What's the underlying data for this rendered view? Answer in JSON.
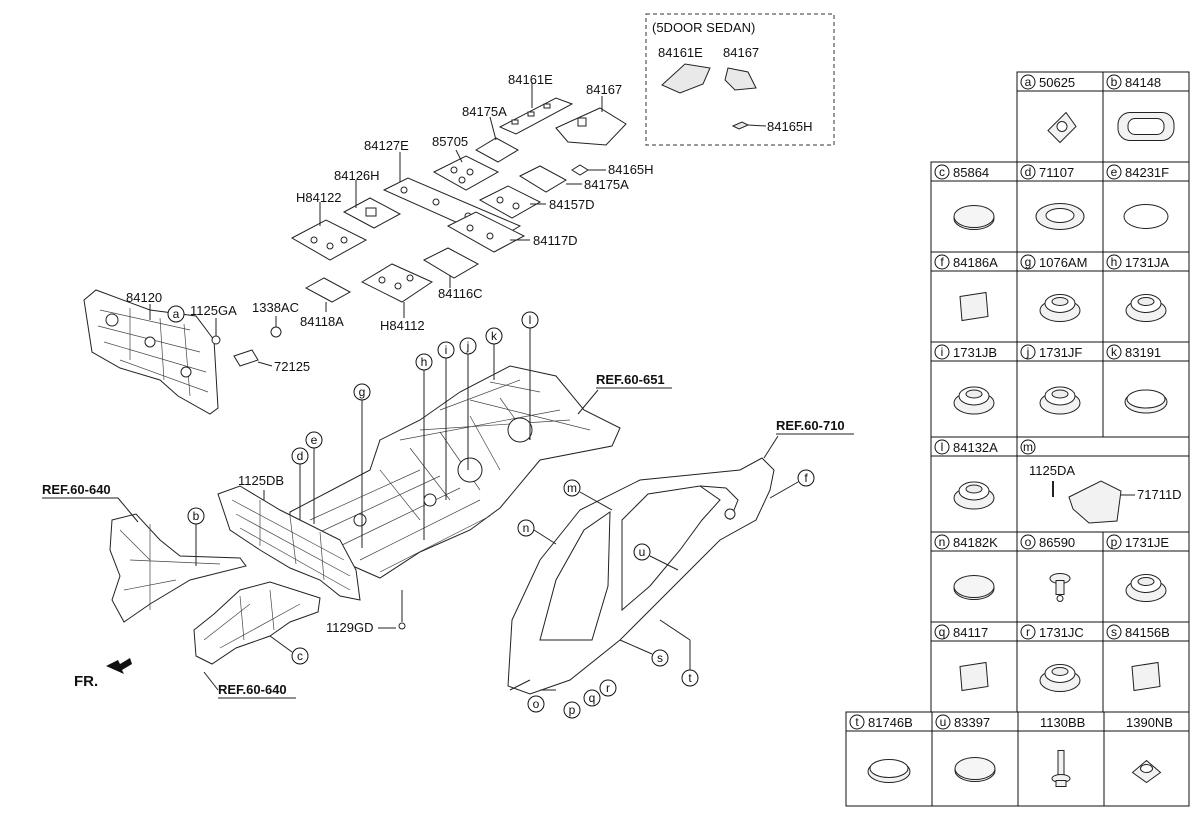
{
  "callouts": {
    "inset_title": "(5DOOR SEDAN)",
    "inset_84161E": "84161E",
    "inset_84167": "84167",
    "inset_84165H": "84165H",
    "p84161E": "84161E",
    "p84167": "84167",
    "p84175A_top": "84175A",
    "p84127E": "84127E",
    "p85705": "85705",
    "p84126H": "84126H",
    "p84165H": "84165H",
    "p84175A_mid": "84175A",
    "pH84122": "H84122",
    "p84157D": "84157D",
    "p84117D": "84117D",
    "p84120": "84120",
    "p1125GA": "1125GA",
    "p1338AC": "1338AC",
    "p84118A": "84118A",
    "p84116C": "84116C",
    "pH84112": "H84112",
    "p72125": "72125",
    "p1125DB": "1125DB",
    "p1129GD": "1129GD",
    "ref_651": "REF.60-651",
    "ref_710": "REF.60-710",
    "ref_640_left": "REF.60-640",
    "ref_640_bottom": "REF.60-640",
    "front": "FR."
  },
  "letters": {
    "a": "a",
    "b": "b",
    "c": "c",
    "d": "d",
    "e": "e",
    "f": "f",
    "g": "g",
    "h": "h",
    "i": "i",
    "j": "j",
    "k": "k",
    "l": "l",
    "m": "m",
    "n": "n",
    "o": "o",
    "p": "p",
    "q": "q",
    "r": "r",
    "s": "s",
    "t": "t",
    "u": "u"
  },
  "legend": [
    {
      "letter": "a",
      "code": "50625"
    },
    {
      "letter": "b",
      "code": "84148"
    },
    {
      "letter": "c",
      "code": "85864"
    },
    {
      "letter": "d",
      "code": "71107"
    },
    {
      "letter": "e",
      "code": "84231F"
    },
    {
      "letter": "f",
      "code": "84186A"
    },
    {
      "letter": "g",
      "code": "1076AM"
    },
    {
      "letter": "h",
      "code": "1731JA"
    },
    {
      "letter": "i",
      "code": "1731JB"
    },
    {
      "letter": "j",
      "code": "1731JF"
    },
    {
      "letter": "k",
      "code": "83191"
    },
    {
      "letter": "l",
      "code": "84132A"
    },
    {
      "letter": "m",
      "code": "",
      "sub1": "1125DA",
      "sub2": "71711D"
    },
    {
      "letter": "n",
      "code": "84182K"
    },
    {
      "letter": "o",
      "code": "86590"
    },
    {
      "letter": "p",
      "code": "1731JE"
    },
    {
      "letter": "q",
      "code": "84117"
    },
    {
      "letter": "r",
      "code": "1731JC"
    },
    {
      "letter": "s",
      "code": "84156B"
    },
    {
      "letter": "t",
      "code": "81746B"
    },
    {
      "letter": "u",
      "code": "83397"
    },
    {
      "letter": "",
      "code": "1130BB"
    },
    {
      "letter": "",
      "code": "1390NB"
    }
  ]
}
